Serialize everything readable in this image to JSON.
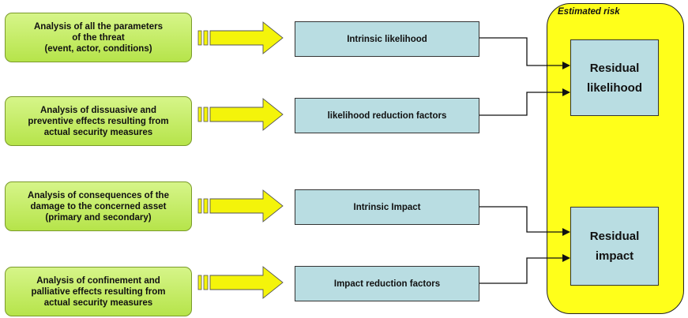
{
  "analyses": [
    {
      "lines": [
        "Analysis of all the parameters",
        "of the threat",
        "(event, actor, conditions)"
      ]
    },
    {
      "lines": [
        "Analysis of dissuasive and",
        "preventive effects resulting from",
        "actual security measures"
      ]
    },
    {
      "lines": [
        "Analysis of consequences of the",
        "damage to the concerned asset",
        "(primary and secondary)"
      ]
    },
    {
      "lines": [
        "Analysis of confinement and",
        "palliative effects resulting from",
        "actual security measures"
      ]
    }
  ],
  "factors": [
    "Intrinsic likelihood",
    "likelihood reduction factors",
    "Intrinsic Impact",
    "Impact reduction factors"
  ],
  "estimated_risk": {
    "title": "Estimated risk",
    "residual_likelihood": [
      "Residual",
      "likelihood"
    ],
    "residual_impact": [
      "Residual",
      "impact"
    ]
  },
  "colors": {
    "analysis_fill": "#c3ec5c",
    "factor_fill": "#b9dde2",
    "risk_fill": "#ffff1a",
    "arrow_fill": "#f4f40a"
  }
}
